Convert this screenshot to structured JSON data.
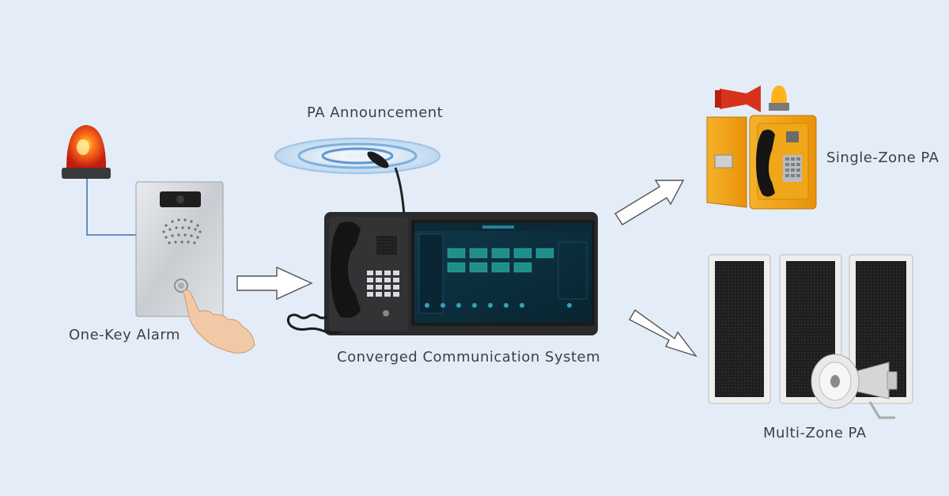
{
  "labels": {
    "pa_announcement": "PA Announcement",
    "one_key_alarm": "One-Key Alarm",
    "converged_system": "Converged Communication System",
    "single_zone_pa": "Single-Zone PA",
    "multi_zone_pa": "Multi-Zone PA"
  },
  "colors": {
    "background": "#e4ecf7",
    "connector_line": "#3a6fb0",
    "beacon_red": "#e8261c",
    "phone_orange": "#f2a20f",
    "screen_teal": "#0e3a4a",
    "arrow_fill": "#ffffff",
    "arrow_stroke": "#555555"
  },
  "icons": [
    "alarm-beacon-icon",
    "intercom-panel-icon",
    "hand-press-icon",
    "pa-wave-icon",
    "console-icon",
    "weatherproof-phone-icon",
    "column-speaker-icon",
    "horn-speaker-icon",
    "flow-arrow-icon"
  ]
}
